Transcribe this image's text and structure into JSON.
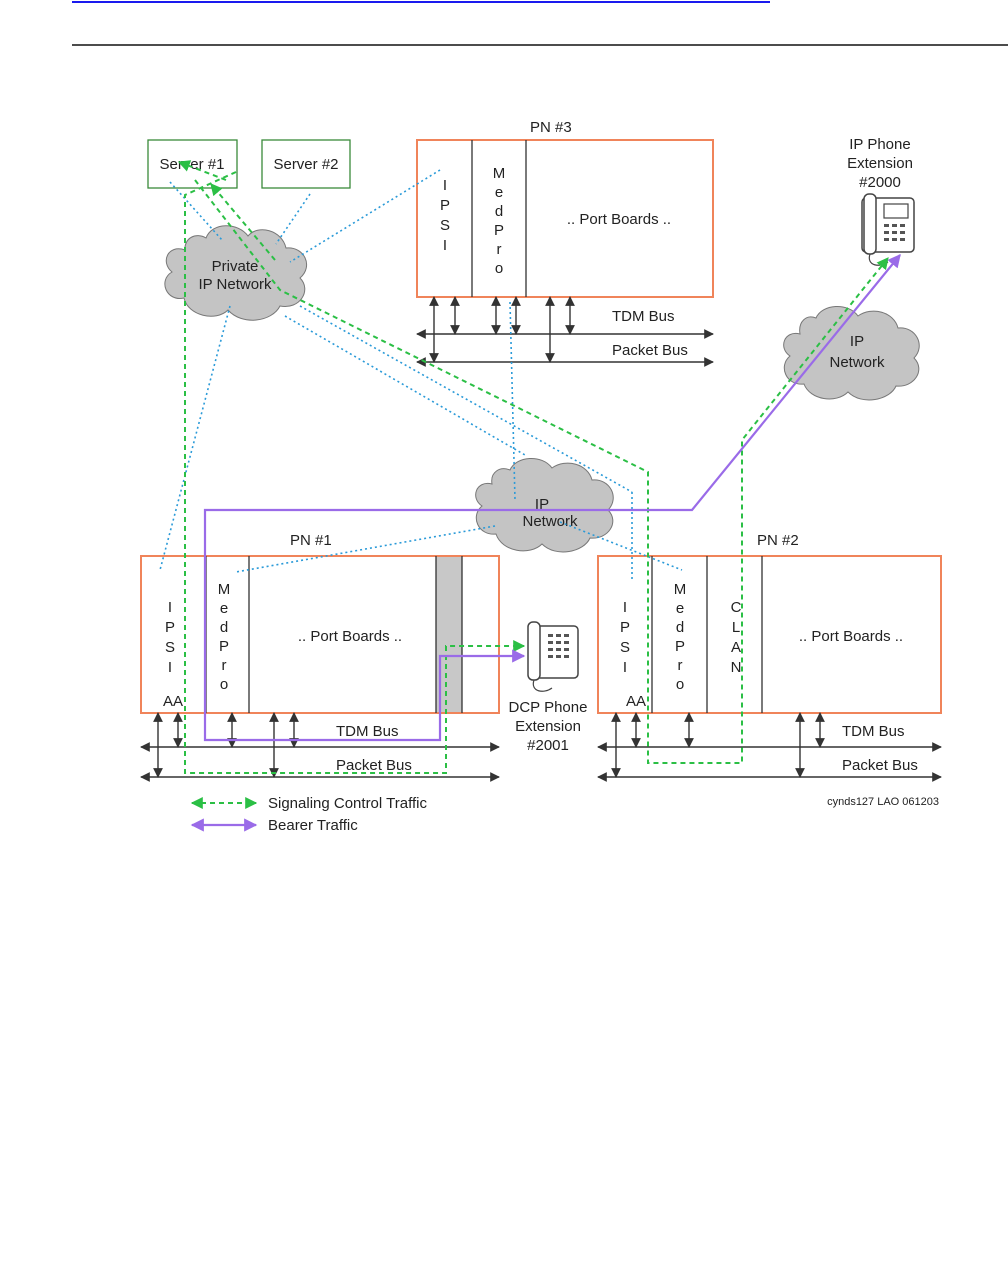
{
  "top_link": "",
  "pn3": {
    "title": "PN #3",
    "ipsi": [
      "I",
      "P",
      "S",
      "I"
    ],
    "medpro": [
      "M",
      "e",
      "d",
      "P",
      "r",
      "o"
    ],
    "port_boards": ".. Port Boards ..",
    "tdm_bus": "TDM Bus",
    "packet_bus": "Packet Bus"
  },
  "pn1": {
    "title": "PN #1",
    "ipsi": [
      "I",
      "P",
      "S",
      "I"
    ],
    "aa": "AA",
    "medpro": [
      "M",
      "e",
      "d",
      "P",
      "r",
      "o"
    ],
    "port_boards": ".. Port Boards ..",
    "tdm_bus": "TDM Bus",
    "packet_bus": "Packet Bus"
  },
  "pn2": {
    "title": "PN #2",
    "ipsi": [
      "I",
      "P",
      "S",
      "I"
    ],
    "aa": "AA",
    "medpro": [
      "M",
      "e",
      "d",
      "P",
      "r",
      "o"
    ],
    "clan": [
      "C",
      "L",
      "A",
      "N"
    ],
    "port_boards": ".. Port Boards ..",
    "tdm_bus": "TDM Bus",
    "packet_bus": "Packet Bus"
  },
  "servers": [
    "Server #1",
    "Server #2"
  ],
  "private_network": [
    "Private",
    "IP Network"
  ],
  "ip_network_center": [
    "IP",
    "Network"
  ],
  "ip_network_right": [
    "IP",
    "Network"
  ],
  "ip_phone": [
    "IP Phone",
    "Extension",
    "#2000"
  ],
  "dcp_phone": [
    "DCP Phone",
    "Extension",
    "#2001"
  ],
  "legend": {
    "signaling": "Signaling Control Traffic",
    "bearer": "Bearer Traffic"
  },
  "colors": {
    "signaling": "#2bbf45",
    "bearer": "#9a6be8",
    "network_link": "#2a9ad8",
    "port_network": "#f0845a",
    "server": "#3a8a3a"
  },
  "figure_id": "cynds127 LAO 061203"
}
